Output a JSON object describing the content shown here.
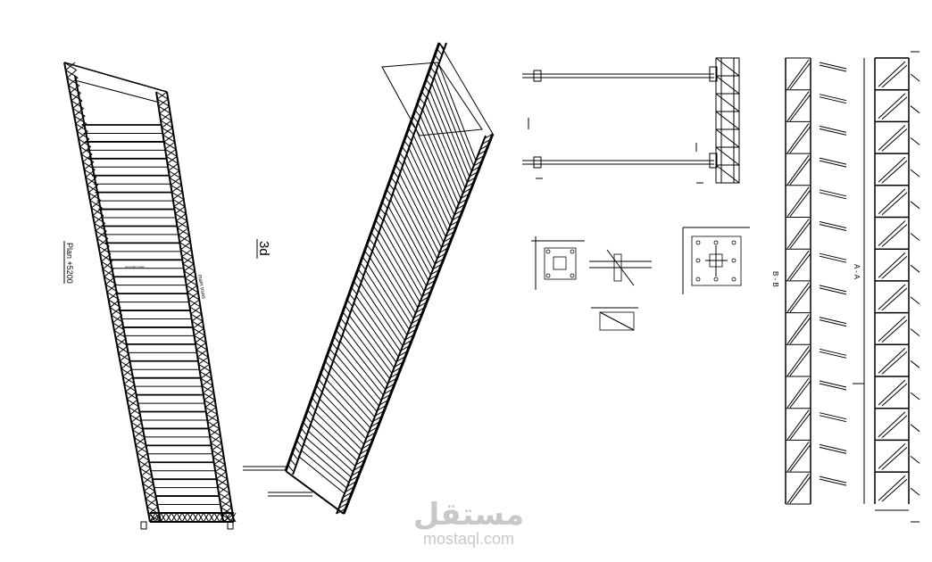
{
  "drawing": {
    "plan_label": "Plan +5200",
    "view_3d_label": "3d",
    "plan_center_note": "secondary beam",
    "main_truss_label": "main truss",
    "section_a_label": "A - A",
    "section_b_label": "B - B"
  },
  "watermark": {
    "arabic": "مستقل",
    "latin": "mostaql.com"
  },
  "colors": {
    "line": "#000000",
    "watermark": "#c8c8c8"
  }
}
